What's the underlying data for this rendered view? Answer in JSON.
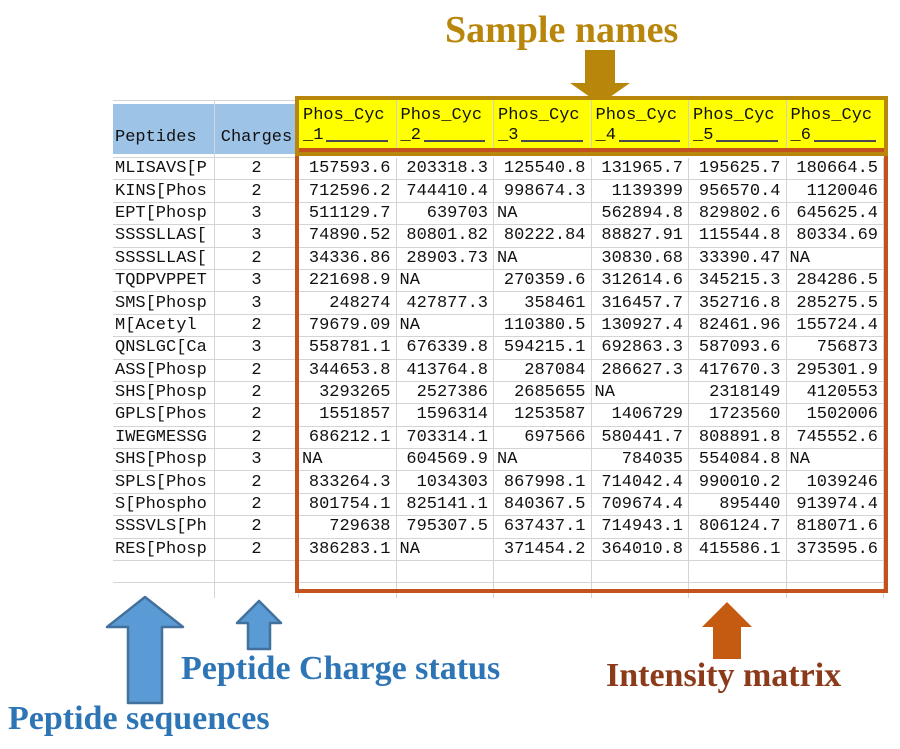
{
  "annotations": {
    "sample_names": "Sample names",
    "peptide_sequences": "Peptide sequences",
    "charge_status": "Peptide Charge status",
    "intensity_matrix": "Intensity matrix"
  },
  "colors": {
    "sample_label_and_arrow": "#B8860B",
    "yellow_header_bg": "#FFFF00",
    "blue_header_bg": "#9DC3E6",
    "matrix_border": "#C4521D",
    "orange_arrow": "#C55A11",
    "intensity_label": "#8B3A1A",
    "blue_label": "#2E75B6",
    "blue_arrow_fill": "#5B9BD5",
    "blue_arrow_stroke": "#41719C",
    "gridline": "#D4D4D4"
  },
  "table": {
    "peptides_header": "Peptides",
    "charges_header": "Charges",
    "sample_columns": [
      "Phos_Cyc_1",
      "Phos_Cyc_2",
      "Phos_Cyc_3",
      "Phos_Cyc_4",
      "Phos_Cyc_5",
      "Phos_Cyc_6"
    ],
    "rows": [
      {
        "peptide": "MLISAVS[P",
        "charge": "2",
        "values": [
          "157593.6",
          "203318.3",
          "125540.8",
          "131965.7",
          "195625.7",
          "180664.5"
        ]
      },
      {
        "peptide": "KINS[Phos",
        "charge": "2",
        "values": [
          "712596.2",
          "744410.4",
          "998674.3",
          "1139399",
          "956570.4",
          "1120046"
        ]
      },
      {
        "peptide": "EPT[Phosp",
        "charge": "3",
        "values": [
          "511129.7",
          "639703",
          "NA",
          "562894.8",
          "829802.6",
          "645625.4"
        ]
      },
      {
        "peptide": "SSSSLLAS[",
        "charge": "3",
        "values": [
          "74890.52",
          "80801.82",
          "80222.84",
          "88827.91",
          "115544.8",
          "80334.69"
        ]
      },
      {
        "peptide": "SSSSLLAS[",
        "charge": "2",
        "values": [
          "34336.86",
          "28903.73",
          "NA",
          "30830.68",
          "33390.47",
          "NA"
        ]
      },
      {
        "peptide": "TQDPVPPET",
        "charge": "3",
        "values": [
          "221698.9",
          "NA",
          "270359.6",
          "312614.6",
          "345215.3",
          "284286.5"
        ]
      },
      {
        "peptide": "SMS[Phosp",
        "charge": "3",
        "values": [
          "248274",
          "427877.3",
          "358461",
          "316457.7",
          "352716.8",
          "285275.5"
        ]
      },
      {
        "peptide": "M[Acetyl",
        "charge": "2",
        "values": [
          "79679.09",
          "NA",
          "110380.5",
          "130927.4",
          "82461.96",
          "155724.4"
        ]
      },
      {
        "peptide": "QNSLGC[Ca",
        "charge": "3",
        "values": [
          "558781.1",
          "676339.8",
          "594215.1",
          "692863.3",
          "587093.6",
          "756873"
        ]
      },
      {
        "peptide": "ASS[Phosp",
        "charge": "2",
        "values": [
          "344653.8",
          "413764.8",
          "287084",
          "286627.3",
          "417670.3",
          "295301.9"
        ]
      },
      {
        "peptide": "SHS[Phosp",
        "charge": "2",
        "values": [
          "3293265",
          "2527386",
          "2685655",
          "NA",
          "2318149",
          "4120553"
        ]
      },
      {
        "peptide": "GPLS[Phos",
        "charge": "2",
        "values": [
          "1551857",
          "1596314",
          "1253587",
          "1406729",
          "1723560",
          "1502006"
        ]
      },
      {
        "peptide": "IWEGMESSG",
        "charge": "2",
        "values": [
          "686212.1",
          "703314.1",
          "697566",
          "580441.7",
          "808891.8",
          "745552.6"
        ]
      },
      {
        "peptide": "SHS[Phosp",
        "charge": "3",
        "values": [
          "NA",
          "604569.9",
          "NA",
          "784035",
          "554084.8",
          "NA"
        ]
      },
      {
        "peptide": "SPLS[Phos",
        "charge": "2",
        "values": [
          "833264.3",
          "1034303",
          "867998.1",
          "714042.4",
          "990010.2",
          "1039246"
        ]
      },
      {
        "peptide": "S[Phospho",
        "charge": "2",
        "values": [
          "801754.1",
          "825141.1",
          "840367.5",
          "709674.4",
          "895440",
          "913974.4"
        ]
      },
      {
        "peptide": "SSSVLS[Ph",
        "charge": "2",
        "values": [
          "729638",
          "795307.5",
          "637437.1",
          "714943.1",
          "806124.7",
          "818071.6"
        ]
      },
      {
        "peptide": "RES[Phosp",
        "charge": "2",
        "values": [
          "386283.1",
          "NA",
          "371454.2",
          "364010.8",
          "415586.1",
          "373595.6"
        ]
      }
    ]
  }
}
